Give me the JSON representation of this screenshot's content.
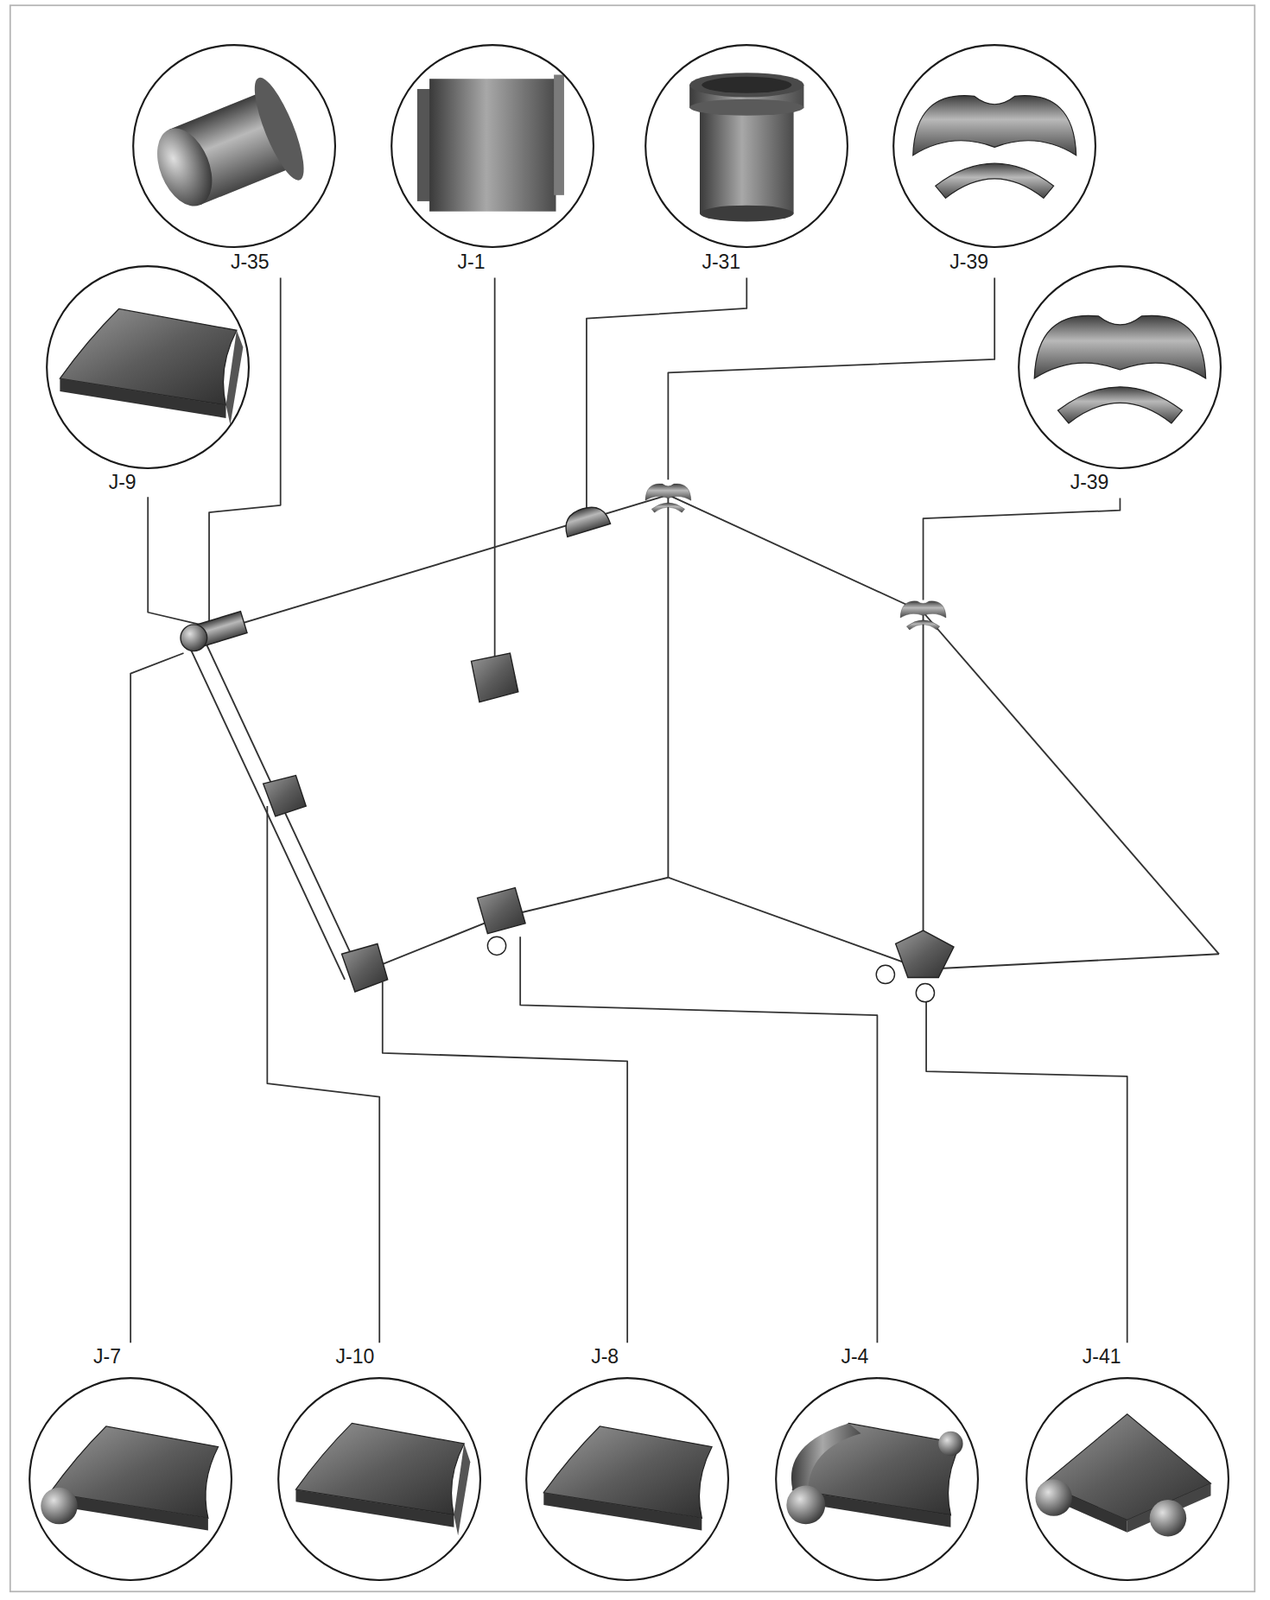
{
  "diagram": {
    "nodes": [
      {
        "text": [
          "J-35"
        ]
      },
      {
        "text": [
          "J-1"
        ]
      },
      {
        "text": [
          "J-31"
        ]
      },
      {
        "text": [
          "J-39"
        ]
      },
      {
        "text": [
          "J-9"
        ]
      },
      {
        "text": [
          "J-39"
        ]
      },
      {
        "text": [
          "J-7"
        ]
      },
      {
        "text": [
          "J-10"
        ]
      },
      {
        "text": [
          "J-8"
        ]
      },
      {
        "text": [
          "J-4"
        ]
      },
      {
        "text": [
          "J-41"
        ]
      }
    ]
  }
}
